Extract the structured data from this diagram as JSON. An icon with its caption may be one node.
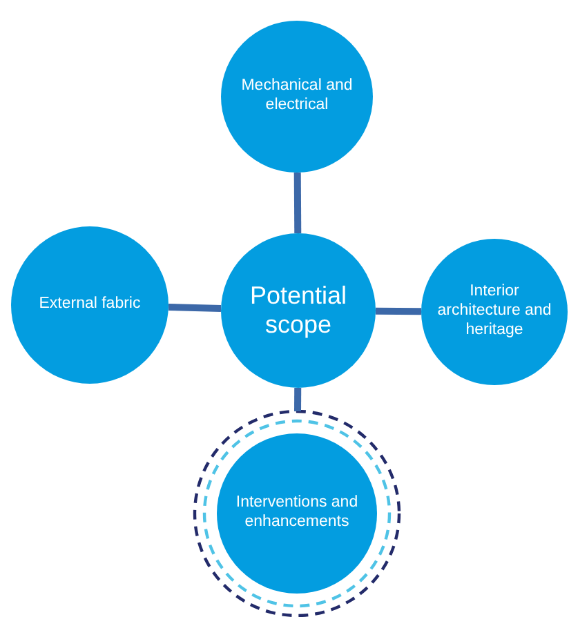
{
  "diagram": {
    "nodes": [
      {
        "text": [
          "Mechanical and electrical"
        ]
      },
      {
        "text": [
          "External fabric"
        ]
      },
      {
        "text": [
          "Potential scope"
        ]
      },
      {
        "text": [
          "Interior architecture and heritage"
        ]
      },
      {
        "text": [
          "Interventions and enhancements"
        ]
      }
    ],
    "edges": [
      {
        "from": 2,
        "to": 0,
        "arrow": "none"
      },
      {
        "from": 2,
        "to": 1,
        "arrow": "none"
      },
      {
        "from": 2,
        "to": 3,
        "arrow": "none"
      },
      {
        "from": 2,
        "to": 4,
        "arrow": "none"
      }
    ]
  }
}
